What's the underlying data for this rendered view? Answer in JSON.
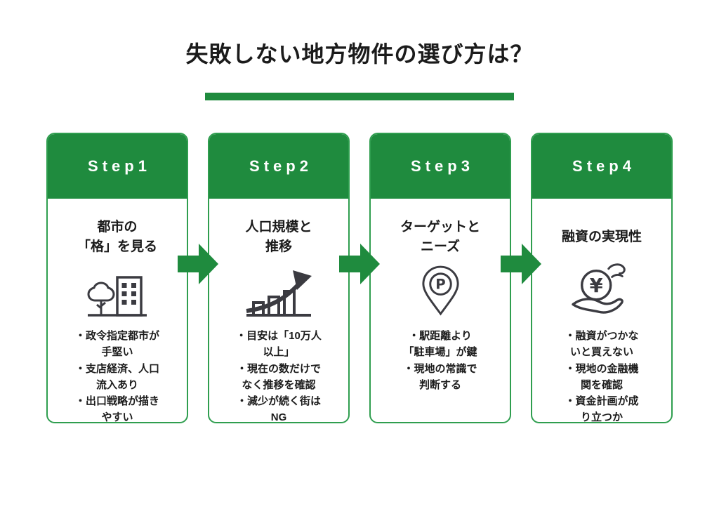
{
  "page": {
    "title": "失敗しない地方物件の選び方は？"
  },
  "colors": {
    "accent_green": "#1f8b3e",
    "card_border_green": "#2f9e4f",
    "icon_gray": "#3b3b41",
    "text_dark": "#1c1c1c"
  },
  "icons": {
    "parking_letter": "P",
    "yen_symbol": "¥",
    "arrow": "right-block-arrow-icon"
  },
  "steps": [
    {
      "label": "Step1",
      "heading": "都市の\n「格」を見る",
      "icon": "tree-building-icon",
      "bullets": [
        "・政令指定都市が\n手堅い",
        "・支店経済、人口\n流入あり",
        "・出口戦略が描き\nやすい"
      ]
    },
    {
      "label": "Step2",
      "heading": "人口規模と\n推移",
      "icon": "growth-chart-icon",
      "bullets": [
        "・目安は「10万人\n以上」",
        "・現在の数だけで\nなく推移を確認",
        "・減少が続く街は\nNG"
      ]
    },
    {
      "label": "Step3",
      "heading": "ターゲットと\nニーズ",
      "icon": "parking-pin-icon",
      "bullets": [
        "・駅距離より\n「駐車場」が鍵",
        "・現地の常識で\n判断する"
      ]
    },
    {
      "label": "Step4",
      "heading": "融資の実現性",
      "icon": "hand-coin-icon",
      "bullets": [
        "・融資がつかな\nいと買えない",
        "・現地の金融機\n関を確認",
        "・資金計画が成\nり立つか"
      ]
    }
  ]
}
